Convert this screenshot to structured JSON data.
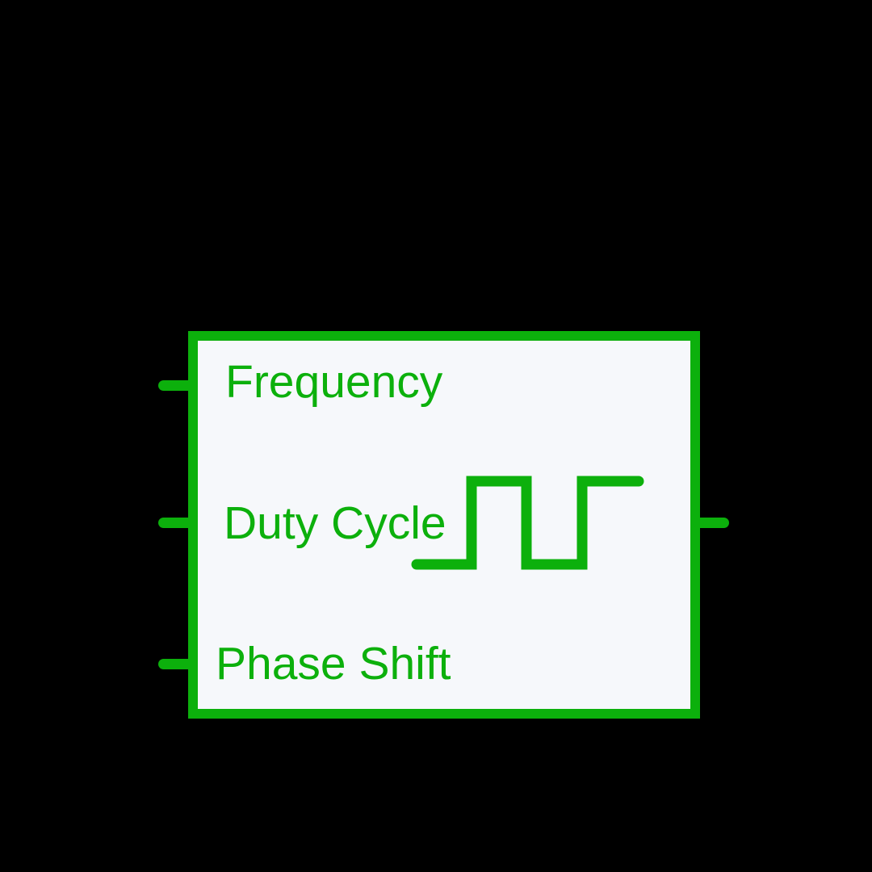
{
  "colors": {
    "background": "#000000",
    "accent": "#0CB00C",
    "block_fill": "#F6F8FB"
  },
  "block": {
    "input_labels": [
      "Frequency",
      "Duty Cycle",
      "Phase Shift"
    ],
    "output_port_count": 1,
    "icon": "square-wave"
  }
}
